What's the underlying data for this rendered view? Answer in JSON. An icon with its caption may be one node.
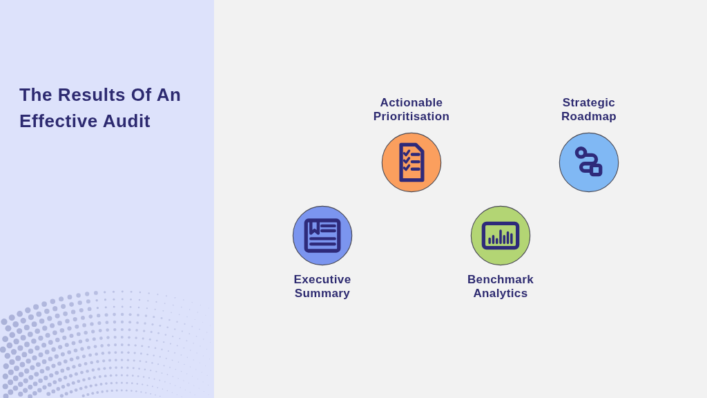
{
  "diagram": {
    "title": "The Results Of An Effective Audit",
    "nodes": [
      {
        "text": [
          "Executive Summary"
        ]
      },
      {
        "text": [
          "Actionable Prioritisation"
        ]
      },
      {
        "text": [
          "Benchmark Analytics"
        ]
      },
      {
        "text": [
          "Strategic Roadmap"
        ]
      }
    ]
  }
}
